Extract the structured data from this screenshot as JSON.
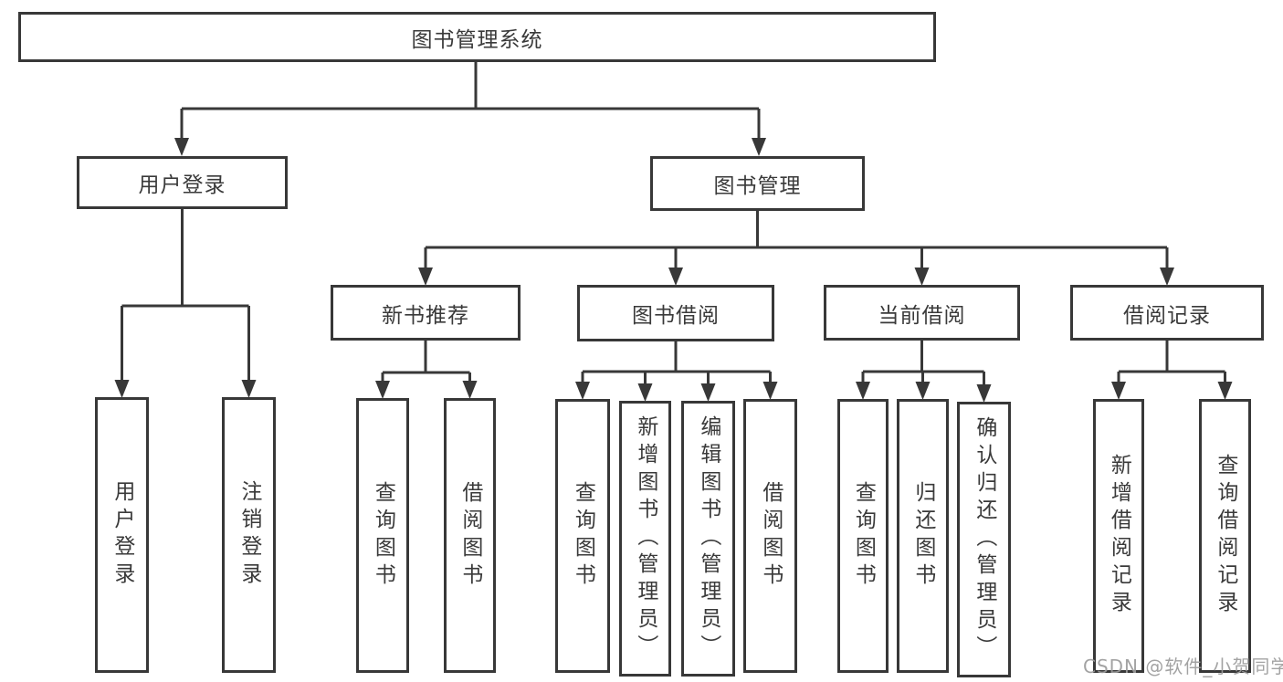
{
  "diagram_title": "图书管理系统",
  "colors": {
    "line": "#383838",
    "box_border": "#383838",
    "text": "#3a3a3a",
    "background": "#ffffff",
    "watermark": "#9b9b9b"
  },
  "tree": {
    "label": "图书管理系统",
    "children": [
      {
        "label": "用户登录",
        "children": [
          {
            "label": "用户登录"
          },
          {
            "label": "注销登录"
          }
        ]
      },
      {
        "label": "图书管理",
        "children": [
          {
            "label": "新书推荐",
            "children": [
              {
                "label": "查询图书"
              },
              {
                "label": "借阅图书"
              }
            ]
          },
          {
            "label": "图书借阅",
            "children": [
              {
                "label": "查询图书"
              },
              {
                "label": "新增图书（管理员）"
              },
              {
                "label": "编辑图书（管理员）"
              },
              {
                "label": "借阅图书"
              }
            ]
          },
          {
            "label": "当前借阅",
            "children": [
              {
                "label": "查询图书"
              },
              {
                "label": "归还图书"
              },
              {
                "label": "确认归还（管理员）"
              }
            ]
          },
          {
            "label": "借阅记录",
            "children": [
              {
                "label": "新增借阅记录"
              },
              {
                "label": "查询借阅记录"
              }
            ]
          }
        ]
      }
    ]
  },
  "watermark": "CSDN @软件_小贺同学"
}
